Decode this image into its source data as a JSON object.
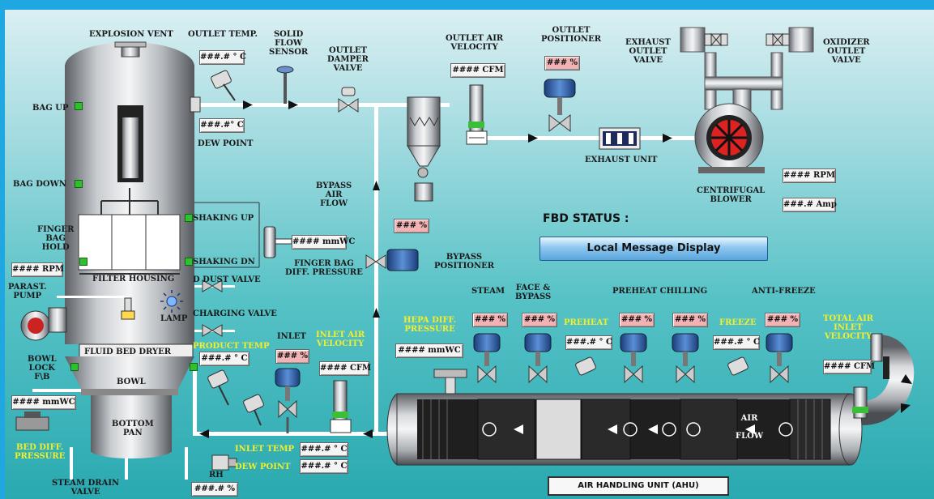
{
  "status": {
    "title": "FBD STATUS :",
    "message": "Local Message Display"
  },
  "labels": {
    "explosion_vent": "EXPLOSION VENT",
    "outlet_temp": "OUTLET TEMP.",
    "solid_flow_sensor": [
      "SOLID",
      "FLOW",
      "SENSOR"
    ],
    "outlet_damper_valve": [
      "OUTLET",
      "DAMPER",
      "VALVE"
    ],
    "outlet_air_velocity": [
      "OUTLET AIR",
      "VELOCITY"
    ],
    "outlet_positioner": [
      "OUTLET",
      "POSITIONER"
    ],
    "exhaust_outlet_valve": [
      "EXHAUST",
      "OUTLET",
      "VALVE"
    ],
    "oxidizer_outlet_valve": [
      "OXIDIZER",
      "OUTLET",
      "VALVE"
    ],
    "bag_up": "BAG UP",
    "bag_down": "BAG DOWN",
    "dew_point_top": "DEW POINT",
    "exhaust_unit": "EXHAUST UNIT",
    "centrifugal_blower": [
      "CENTRIFUGAL",
      "BLOWER"
    ],
    "bypass_air_flow": [
      "BYPASS",
      "AIR",
      "FLOW"
    ],
    "finger_bag_hold": [
      "FINGER",
      "BAG",
      "HOLD"
    ],
    "shaking_up": "SHAKING UP",
    "shaking_dn": "SHAKING DN",
    "finger_bag_diff_pressure": [
      "FINGER BAG",
      "DIFF. PRESSURE"
    ],
    "bypass_positioner": [
      "BYPASS",
      "POSITIONER"
    ],
    "filter_housing": "FILTER HOUSING",
    "parast_pump": [
      "PARAST.",
      "PUMP"
    ],
    "d_dust_valve": "D DUST VALVE",
    "lamp": "LAMP",
    "charging_valve": "CHARGING VALVE",
    "steam": "STEAM",
    "face_bypass": [
      "FACE &",
      "BYPASS"
    ],
    "preheat_chilling": "PREHEAT CHILLING",
    "anti_freeze": "ANTI-FREEZE",
    "hepa_diff_pressure": [
      "HEPA DIFF.",
      "PRESSURE"
    ],
    "preheat": "PREHEAT",
    "freeze": "FREEZE",
    "total_air_inlet_velocity": [
      "TOTAL AIR",
      "INLET",
      "VELOCITY"
    ],
    "fluid_bed_dryer": "FLUID BED DRYER",
    "product_temp": "PRODUCT TEMP",
    "inlet": "INLET",
    "inlet_air_velocity": [
      "INLET AIR",
      "VELOCITY"
    ],
    "bowl_lock": [
      "BOWL",
      "LOCK",
      "F\\B"
    ],
    "bowl": "BOWL",
    "bottom_pan": [
      "BOTTOM",
      "PAN"
    ],
    "bed_diff_pressure": [
      "BED DIFF.",
      "PRESSURE"
    ],
    "inlet_temp": "INLET TEMP",
    "dew_point_bottom": "DEW POINT",
    "rh": "RH",
    "steam_drain_valve": [
      "STEAM DRAIN",
      "VALVE"
    ],
    "air_flow": [
      "AIR",
      "FLOW"
    ],
    "ahu": "AIR HANDLING UNIT (AHU)"
  },
  "readouts": {
    "outlet_temp": "###.# ° C",
    "dew_point_top": "###.#° C",
    "outlet_air_velocity": "#### CFM",
    "outlet_positioner": "### %",
    "blower_rpm": "#### RPM",
    "blower_amp": "###.# Amp",
    "bypass_pct": "### %",
    "finger_bag_dp": "#### mmWC",
    "pump_rpm": "#### RPM",
    "steam_pct": "### %",
    "face_bypass_pct": "### %",
    "preheat_pct": "### %",
    "chilling_pct": "### %",
    "antifreeze_pct": "### %",
    "hepa_dp": "#### mmWC",
    "preheat_temp": "###.# ° C",
    "freeze_temp": "###.# ° C",
    "total_air_cfm": "#### CFM",
    "product_temp": "###.# ° C",
    "inlet_pct": "### %",
    "inlet_air_cfm": "#### CFM",
    "bed_dp": "#### mmWC",
    "inlet_temp": "###.# ° C",
    "dew_point_bottom": "###.# ° C",
    "rh": "###.# %"
  },
  "colors": {
    "accent_bar": "#1ea7e0",
    "yellow_label": "#f2ee2a",
    "pink_box": "#f3b3b5",
    "bag_indicator": "#2fbf2f"
  }
}
